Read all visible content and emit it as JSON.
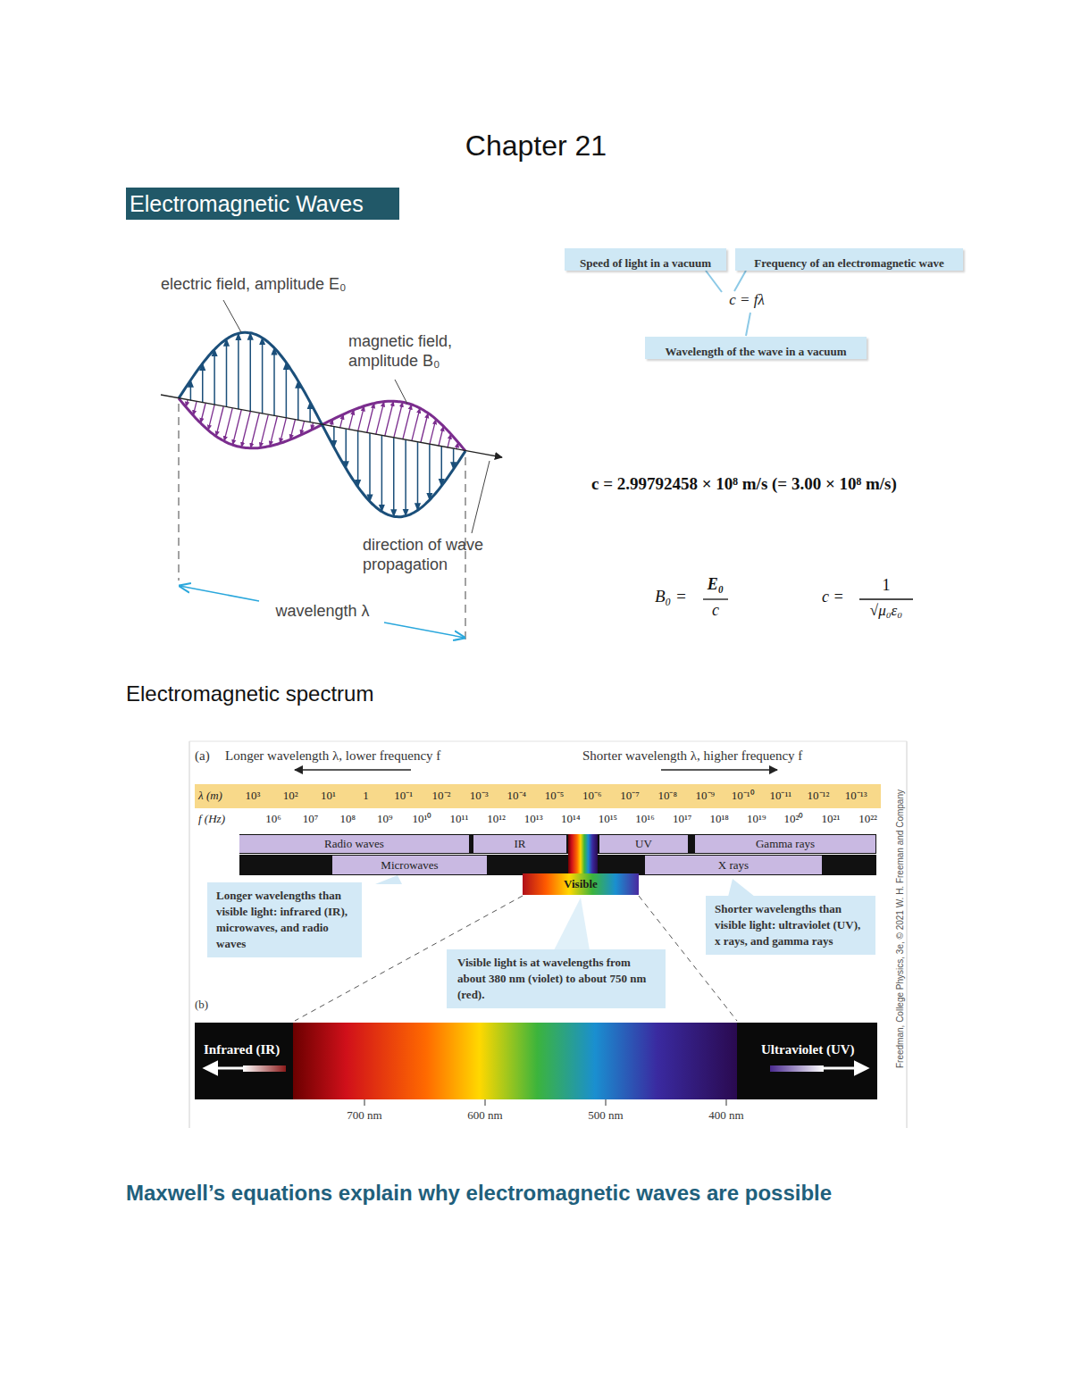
{
  "diagram": {
    "title": "Chapter 21",
    "nodes": [
      {
        "text": [
          "Electromagnetic Waves"
        ]
      },
      {
        "text": [
          "Speed of light in a vacuum"
        ]
      },
      {
        "text": [
          "Frequency of an electromagnetic wave"
        ]
      },
      {
        "text": [
          "Wavelength of the wave in a vacuum"
        ]
      },
      {
        "text": [
          "Radio waves"
        ]
      },
      {
        "text": [
          "IR"
        ]
      },
      {
        "text": [
          "UV"
        ]
      },
      {
        "text": [
          "Gamma rays"
        ]
      },
      {
        "text": [
          "Microwaves"
        ]
      },
      {
        "text": [
          "X rays"
        ]
      },
      {
        "text": [
          "Visible"
        ]
      },
      {
        "text": [
          "Longer wavelengths than visible light: infrared (IR), microwaves, and radio waves"
        ]
      },
      {
        "text": [
          "Shorter wavelengths than visible light: ultraviolet (UV), x rays, and gamma rays"
        ]
      },
      {
        "text": [
          "Visible light is at wavelengths from about 380 nm (violet) to about 750 nm (red)."
        ]
      }
    ],
    "labels": [
      "electric field, amplitude E₀",
      "magnetic field, amplitude B₀",
      "direction of wave propagation",
      "wavelength λ",
      "c = fλ",
      "c = 2.99792458 × 10⁸ m/s (= 3.00 × 10⁸ m/s)",
      "B₀ =",
      "E₀",
      "c",
      "c =",
      "1",
      "√μ₀ε₀",
      "Electromagnetic spectrum",
      "(a)",
      "Longer wavelength λ, lower frequency f",
      "Shorter wavelength λ, higher frequency f",
      "λ (m)",
      "10³",
      "10²",
      "10¹",
      "1",
      "10⁻¹",
      "10⁻²",
      "10⁻³",
      "10⁻⁴",
      "10⁻⁵",
      "10⁻⁶",
      "10⁻⁷",
      "10⁻⁸",
      "10⁻⁹",
      "10⁻¹⁰",
      "10⁻¹¹",
      "10⁻¹²",
      "10⁻¹³",
      "f (Hz)",
      "10⁶",
      "10⁷",
      "10⁸",
      "10⁹",
      "10¹⁰",
      "10¹¹",
      "10¹²",
      "10¹³",
      "10¹⁴",
      "10¹⁵",
      "10¹⁶",
      "10¹⁷",
      "10¹⁸",
      "10¹⁹",
      "10²⁰",
      "10²¹",
      "10²²",
      "(b)",
      "Infrared (IR)",
      "Ultraviolet (UV)",
      "700 nm",
      "600 nm",
      "500 nm",
      "400 nm",
      "Freedman, College Physics, 3e, © 2021 W. H. Freeman and Company",
      "Maxwell’s equations explain why electromagnetic waves are possible"
    ]
  }
}
